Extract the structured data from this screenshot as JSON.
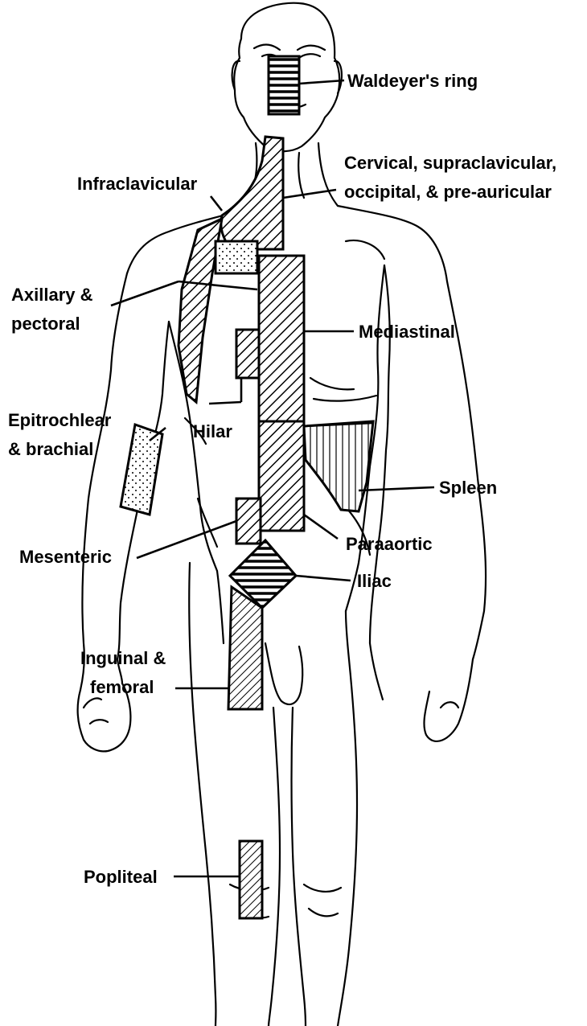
{
  "labels": {
    "waldeyer": "Waldeyer's ring",
    "cervical_line1": "Cervical, supraclavicular,",
    "cervical_line2": "occipital, & pre-auricular",
    "infraclavicular": "Infraclavicular",
    "axillary_line1": "Axillary &",
    "axillary_line2": "pectoral",
    "mediastinal": "Mediastinal",
    "epitrochlear_line1": "Epitrochlear",
    "epitrochlear_line2": "& brachial",
    "hilar": "Hilar",
    "spleen": "Spleen",
    "mesenteric": "Mesenteric",
    "paraaortic": "Paraaortic",
    "iliac": "Iliac",
    "inguinal_line1": "Inguinal &",
    "inguinal_line2": "femoral",
    "popliteal": "Popliteal"
  },
  "colors": {
    "ink": "#000000",
    "background": "#ffffff"
  },
  "patterns": [
    "diagonal-hatch",
    "horizontal-hatch",
    "vertical-stipple"
  ]
}
